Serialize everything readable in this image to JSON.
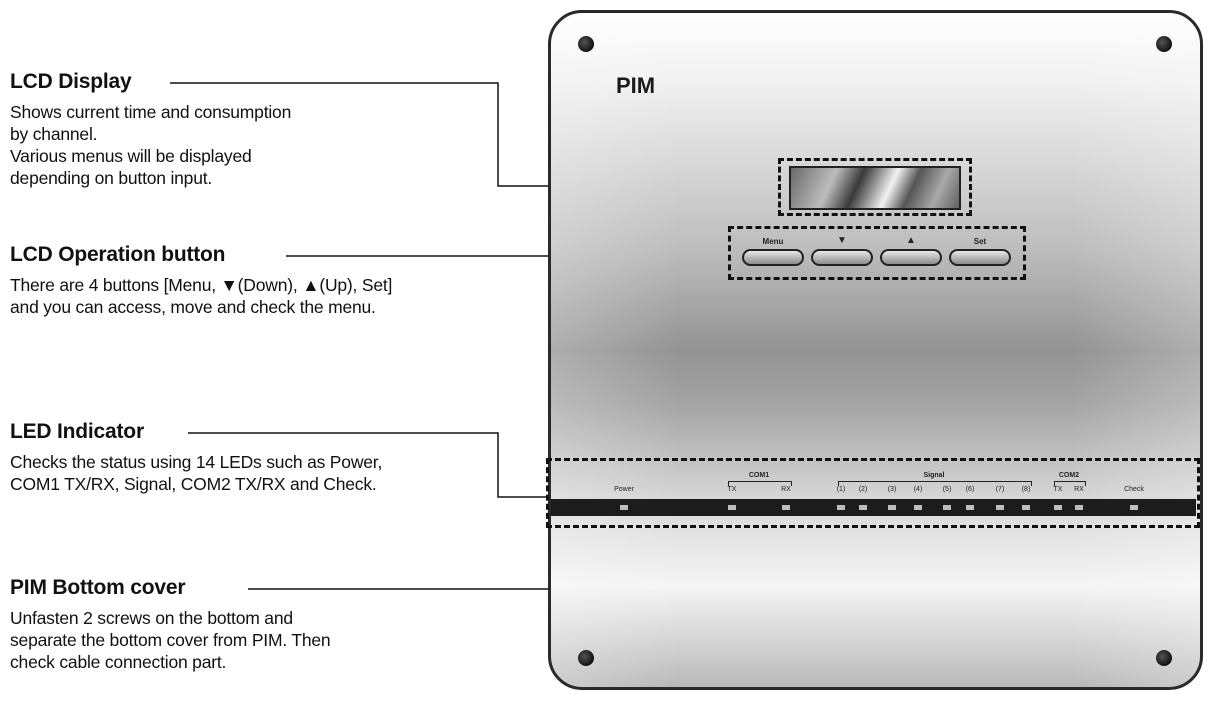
{
  "callouts": {
    "lcd_display": {
      "title": "LCD Display",
      "desc": [
        "Shows current time and consumption",
        "by channel.",
        "Various menus will be displayed",
        "depending on button input."
      ]
    },
    "lcd_operation": {
      "title": "LCD Operation button",
      "desc": [
        "There are 4 buttons [Menu, ▼(Down), ▲(Up), Set]",
        "and you can access, move and check the menu."
      ]
    },
    "led_indicator": {
      "title": "LED Indicator",
      "desc": [
        "Checks the status using 14 LEDs such as Power,",
        "COM1 TX/RX, Signal, COM2 TX/RX and Check."
      ]
    },
    "bottom_cover": {
      "title": "PIM Bottom cover",
      "desc": [
        "Unfasten 2 screws on the bottom and",
        "separate the bottom cover from PIM. Then",
        "check cable connection part."
      ]
    }
  },
  "device": {
    "label": "PIM",
    "buttons": [
      "Menu",
      "▼",
      "▲",
      "Set"
    ],
    "led_groups": {
      "com1": "COM1",
      "signal": "Signal",
      "com2": "COM2"
    },
    "leds": [
      "Power",
      "TX",
      "RX",
      "(1)",
      "(2)",
      "(3)",
      "(4)",
      "(5)",
      "(6)",
      "(7)",
      "(8)",
      "TX",
      "RX",
      "Check"
    ]
  },
  "colors": {
    "outline": "#111111",
    "panel": "#a4a4a4",
    "led_strip": "#1c1c1c",
    "led": "#bdbdbd"
  }
}
